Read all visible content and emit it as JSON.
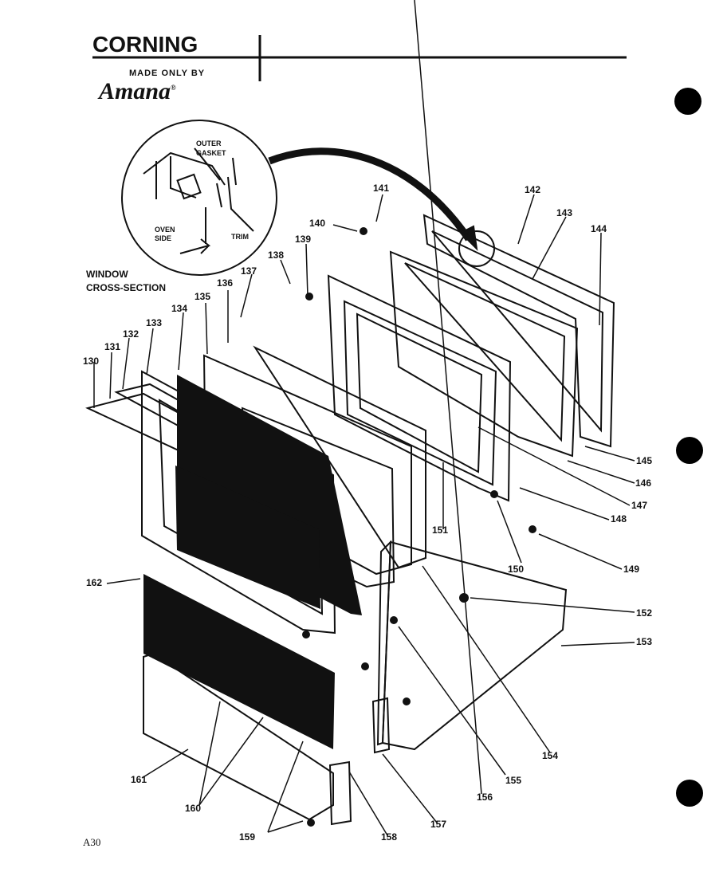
{
  "header": {
    "brand": "CORNING",
    "made_by": "MADE ONLY BY",
    "maker": "Amana",
    "maker_mark": "®"
  },
  "inset": {
    "outer_gasket": "OUTER GASKET",
    "oven_side": "OVEN SIDE",
    "trim": "TRIM",
    "caption_line1": "WINDOW",
    "caption_line2": "CROSS-SECTION"
  },
  "parts": {
    "p130": "130",
    "p131": "131",
    "p132": "132",
    "p133": "133",
    "p134": "134",
    "p135": "135",
    "p136": "136",
    "p137": "137",
    "p138": "138",
    "p139": "139",
    "p140": "140",
    "p141": "141",
    "p142": "142",
    "p143": "143",
    "p144": "144",
    "p145": "145",
    "p146": "146",
    "p147": "147",
    "p148": "148",
    "p149": "149",
    "p150": "150",
    "p151": "151",
    "p152": "152",
    "p153": "153",
    "p154": "154",
    "p155": "155",
    "p156": "156",
    "p157": "157",
    "p158": "158",
    "p159": "159",
    "p160": "160",
    "p161": "161",
    "p162": "162"
  },
  "footer": {
    "page_code": "A30"
  }
}
